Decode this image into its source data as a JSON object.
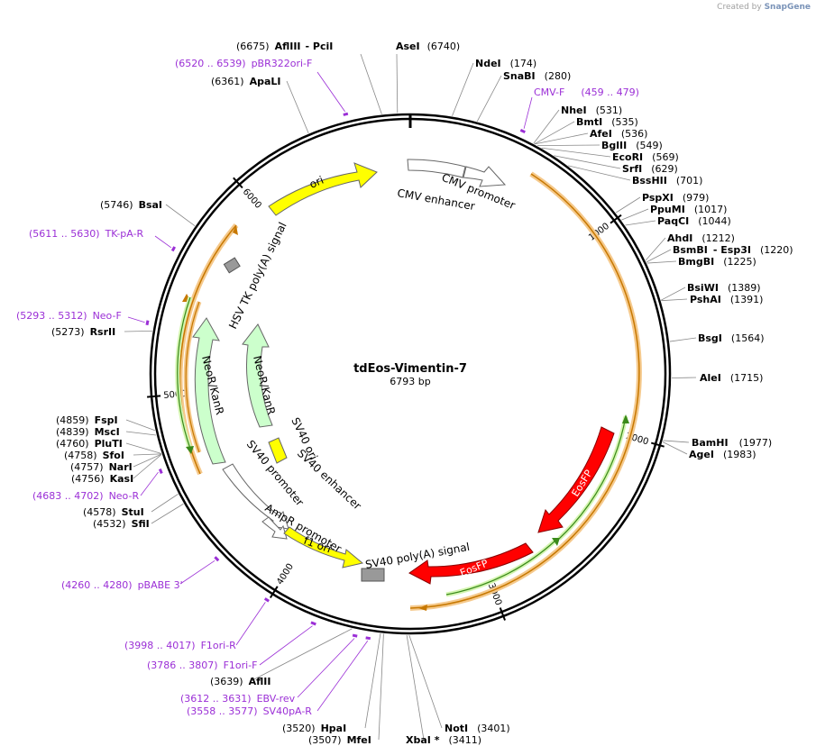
{
  "credit": {
    "prefix": "Created by",
    "brand": "SnapGene"
  },
  "plasmid": {
    "name": "tdEos-Vimentin-7",
    "size_label": "6793 bp",
    "length": 6793
  },
  "ticks": [
    {
      "pos": 1000,
      "label": "1000"
    },
    {
      "pos": 2000,
      "label": "2000"
    },
    {
      "pos": 3000,
      "label": "3000"
    },
    {
      "pos": 4000,
      "label": "4000"
    },
    {
      "pos": 5000,
      "label": "5000"
    },
    {
      "pos": 6000,
      "label": "6000"
    }
  ],
  "sites": [
    {
      "name": "AflIII",
      "extra": "- PciI",
      "pos": 6675,
      "pos_label": "(6675)"
    },
    {
      "name": "AseI",
      "pos": 6740,
      "pos_label": "(6740)"
    },
    {
      "name": "NdeI",
      "pos": 174,
      "pos_label": "(174)"
    },
    {
      "name": "SnaBI",
      "pos": 280,
      "pos_label": "(280)"
    },
    {
      "name": "NheI",
      "pos": 531,
      "pos_label": "(531)"
    },
    {
      "name": "BmtI",
      "pos": 535,
      "pos_label": "(535)"
    },
    {
      "name": "AfeI",
      "pos": 536,
      "pos_label": "(536)"
    },
    {
      "name": "BglII",
      "pos": 549,
      "pos_label": "(549)"
    },
    {
      "name": "EcoRI",
      "pos": 569,
      "pos_label": "(569)"
    },
    {
      "name": "SrfI",
      "pos": 629,
      "pos_label": "(629)"
    },
    {
      "name": "BssHII",
      "pos": 701,
      "pos_label": "(701)"
    },
    {
      "name": "PspXI",
      "pos": 979,
      "pos_label": "(979)"
    },
    {
      "name": "PpuMI",
      "pos": 1017,
      "pos_label": "(1017)"
    },
    {
      "name": "PaqCI",
      "pos": 1044,
      "pos_label": "(1044)"
    },
    {
      "name": "AhdI",
      "pos": 1212,
      "pos_label": "(1212)"
    },
    {
      "name": "BsmBI",
      "extra": "- Esp3I",
      "pos": 1220,
      "pos_label": "(1220)"
    },
    {
      "name": "BmgBI",
      "pos": 1225,
      "pos_label": "(1225)"
    },
    {
      "name": "BsiWI",
      "pos": 1389,
      "pos_label": "(1389)"
    },
    {
      "name": "PshAI",
      "pos": 1391,
      "pos_label": "(1391)"
    },
    {
      "name": "BsgI",
      "pos": 1564,
      "pos_label": "(1564)"
    },
    {
      "name": "AleI",
      "pos": 1715,
      "pos_label": "(1715)"
    },
    {
      "name": "BamHI",
      "pos": 1977,
      "pos_label": "(1977)"
    },
    {
      "name": "AgeI",
      "pos": 1983,
      "pos_label": "(1983)"
    },
    {
      "name": "NotI",
      "pos": 3401,
      "pos_label": "(3401)"
    },
    {
      "name": "XbaI *",
      "pos": 3411,
      "pos_label": "(3411)"
    },
    {
      "name": "MfeI",
      "pos": 3507,
      "pos_label": "(3507)"
    },
    {
      "name": "HpaI",
      "pos": 3520,
      "pos_label": "(3520)"
    },
    {
      "name": "AflII",
      "pos": 3639,
      "pos_label": "(3639)"
    },
    {
      "name": "SfiI",
      "pos": 4532,
      "pos_label": "(4532)"
    },
    {
      "name": "StuI",
      "pos": 4578,
      "pos_label": "(4578)"
    },
    {
      "name": "KasI",
      "pos": 4756,
      "pos_label": "(4756)"
    },
    {
      "name": "NarI",
      "pos": 4757,
      "pos_label": "(4757)"
    },
    {
      "name": "SfoI",
      "pos": 4758,
      "pos_label": "(4758)"
    },
    {
      "name": "PluTI",
      "pos": 4760,
      "pos_label": "(4760)"
    },
    {
      "name": "MscI",
      "pos": 4839,
      "pos_label": "(4839)"
    },
    {
      "name": "FspI",
      "pos": 4859,
      "pos_label": "(4859)"
    },
    {
      "name": "RsrII",
      "pos": 5273,
      "pos_label": "(5273)"
    },
    {
      "name": "BsaI",
      "pos": 5746,
      "pos_label": "(5746)"
    },
    {
      "name": "ApaLI",
      "pos": 6361,
      "pos_label": "(6361)"
    }
  ],
  "primers": [
    {
      "range": "(6520 .. 6539)",
      "name": "pBR322ori-F",
      "start": 6520,
      "end": 6539
    },
    {
      "range": "(459 .. 479)",
      "name": "CMV-F",
      "start": 459,
      "end": 479
    },
    {
      "range": "(5611 .. 5630)",
      "name": "TK-pA-R",
      "start": 5611,
      "end": 5630
    },
    {
      "range": "(5293 .. 5312)",
      "name": "Neo-F",
      "start": 5293,
      "end": 5312
    },
    {
      "range": "(4683 .. 4702)",
      "name": "Neo-R",
      "start": 4683,
      "end": 4702
    },
    {
      "range": "(4260 .. 4280)",
      "name": "pBABE 3'",
      "start": 4260,
      "end": 4280
    },
    {
      "range": "(3998 .. 4017)",
      "name": "F1ori-R",
      "start": 3998,
      "end": 4017
    },
    {
      "range": "(3786 .. 3807)",
      "name": "F1ori-F",
      "start": 3786,
      "end": 3807
    },
    {
      "range": "(3612 .. 3631)",
      "name": "EBV-rev",
      "start": 3612,
      "end": 3631
    },
    {
      "range": "(3558 .. 3577)",
      "name": "SV40pA-R",
      "start": 3558,
      "end": 3577
    }
  ],
  "features": [
    {
      "name": "ori",
      "color": "#ffff00"
    },
    {
      "name": "CMV enhancer",
      "color": "#ffffff"
    },
    {
      "name": "CMV promoter",
      "color": "#ffffff"
    },
    {
      "name": "HSV TK poly(A) signal",
      "color": "#999999"
    },
    {
      "name": "NeoR/KanR",
      "color": "#ccffcc"
    },
    {
      "name": "NeoR/KanR",
      "color": "#ccffcc"
    },
    {
      "name": "SV40 ori",
      "color": "#ffff00"
    },
    {
      "name": "SV40 enhancer",
      "color": "#ffffff"
    },
    {
      "name": "SV40 promoter",
      "color": "#ffffff"
    },
    {
      "name": "AmpR promoter",
      "color": "#ffffff"
    },
    {
      "name": "f1 ori",
      "color": "#ffff00"
    },
    {
      "name": "SV40 poly(A) signal",
      "color": "#999999"
    },
    {
      "name": "EosFP",
      "color": "#ff0000"
    },
    {
      "name": "EosFP",
      "color": "#ff0000"
    }
  ]
}
